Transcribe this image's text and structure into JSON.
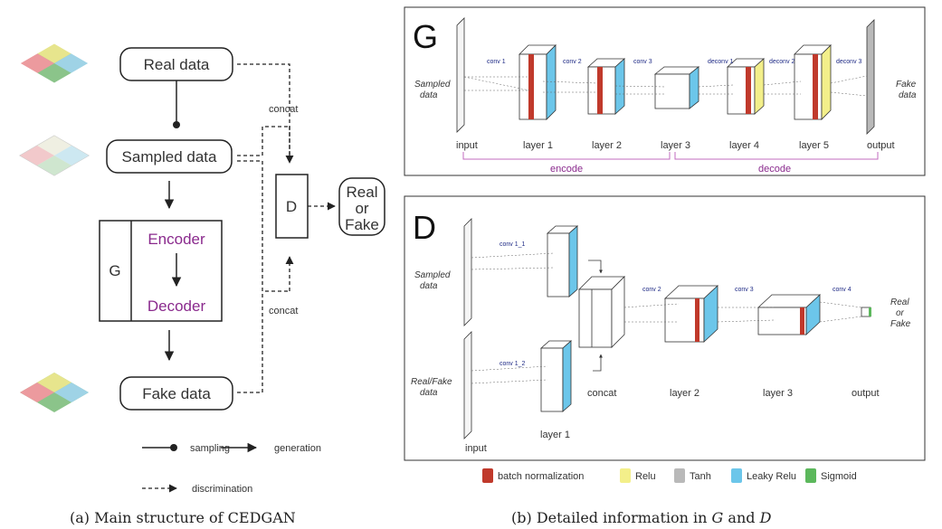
{
  "left": {
    "real_data": "Real data",
    "sampled_data": "Sampled data",
    "encoder": "Encoder",
    "decoder": "Decoder",
    "g": "G",
    "fake_data": "Fake data",
    "d": "D",
    "real_or_fake": [
      "Real",
      "or",
      "Fake"
    ],
    "concat_top": "concat",
    "concat_bottom": "concat",
    "legend": {
      "sampling": "sampling",
      "generation": "generation",
      "discrimination": "discrimination"
    },
    "caption": "(a)  Main structure of CEDGAN"
  },
  "g_panel": {
    "title": "G",
    "sampled_data": [
      "Sampled",
      "data"
    ],
    "fake_data": [
      "Fake",
      "data"
    ],
    "convs": [
      "conv 1",
      "conv 2",
      "conv 3",
      "deconv 1",
      "deconv 2",
      "deconv 3"
    ],
    "layers": [
      "input",
      "layer 1",
      "layer 2",
      "layer 3",
      "layer 4",
      "layer 5",
      "output"
    ],
    "encode": "encode",
    "decode": "decode"
  },
  "d_panel": {
    "title": "D",
    "sampled_data": [
      "Sampled",
      "data"
    ],
    "realfake_data": [
      "Real/Fake",
      "data"
    ],
    "convs": [
      "conv 1_1",
      "conv 1_2",
      "conv 2",
      "conv 3",
      "conv 4"
    ],
    "layers": [
      "input",
      "layer 1",
      "concat",
      "layer 2",
      "layer 3",
      "output"
    ],
    "real_or_fake": [
      "Real",
      "or",
      "Fake"
    ]
  },
  "legend": [
    {
      "label": "batch normalization",
      "color": "#c0392b"
    },
    {
      "label": "Relu",
      "color": "#f3ef8a"
    },
    {
      "label": "Tanh",
      "color": "#b9b9b9"
    },
    {
      "label": "Leaky Relu",
      "color": "#6cc6ea"
    },
    {
      "label": "Sigmoid",
      "color": "#5cb85c"
    }
  ],
  "right_caption_parts": [
    "(b)  Detailed information in ",
    "G",
    " and ",
    "D"
  ]
}
